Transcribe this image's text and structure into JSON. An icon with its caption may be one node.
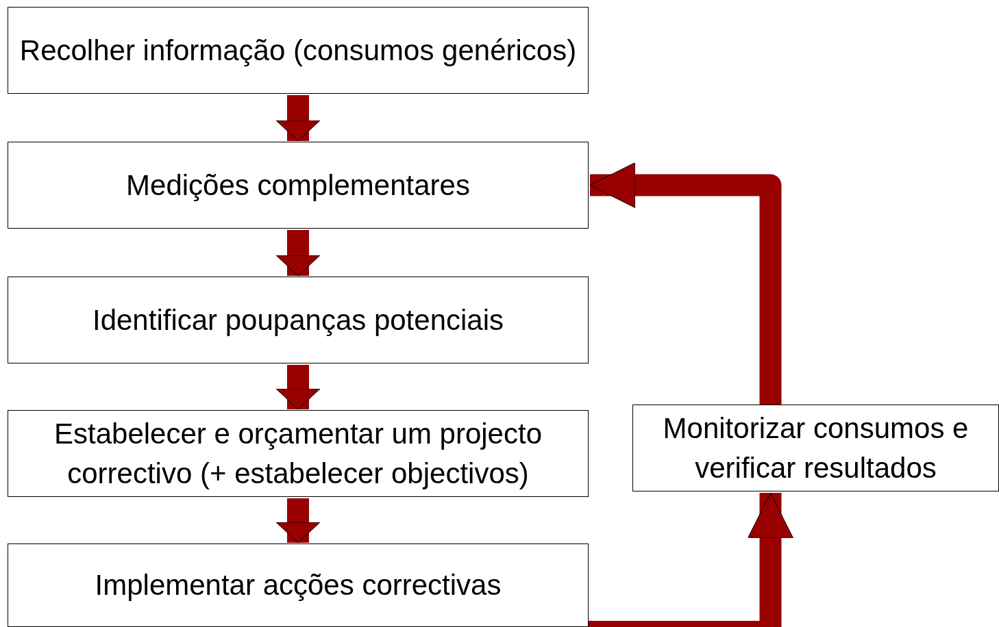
{
  "diagram": {
    "nodes": [
      {
        "text": [
          "Recolher informação (consumos genéricos)"
        ]
      },
      {
        "text": [
          "Medições complementares"
        ]
      },
      {
        "text": [
          "Identificar poupanças potenciais"
        ]
      },
      {
        "text": [
          "Estabelecer e orçamentar um projecto correctivo (+ estabelecer objectivos)"
        ]
      },
      {
        "text": [
          "Implementar acções correctivas"
        ]
      },
      {
        "text": [
          "Monitorizar consumos e verificar resultados"
        ]
      }
    ],
    "edges": [
      {
        "from": 0,
        "to": 1,
        "arrow": "to"
      },
      {
        "from": 1,
        "to": 2,
        "arrow": "to"
      },
      {
        "from": 2,
        "to": 3,
        "arrow": "to"
      },
      {
        "from": 3,
        "to": 4,
        "arrow": "to"
      },
      {
        "from": 4,
        "to": 5,
        "arrow": "to"
      },
      {
        "from": 5,
        "to": 1,
        "arrow": "to"
      }
    ]
  }
}
